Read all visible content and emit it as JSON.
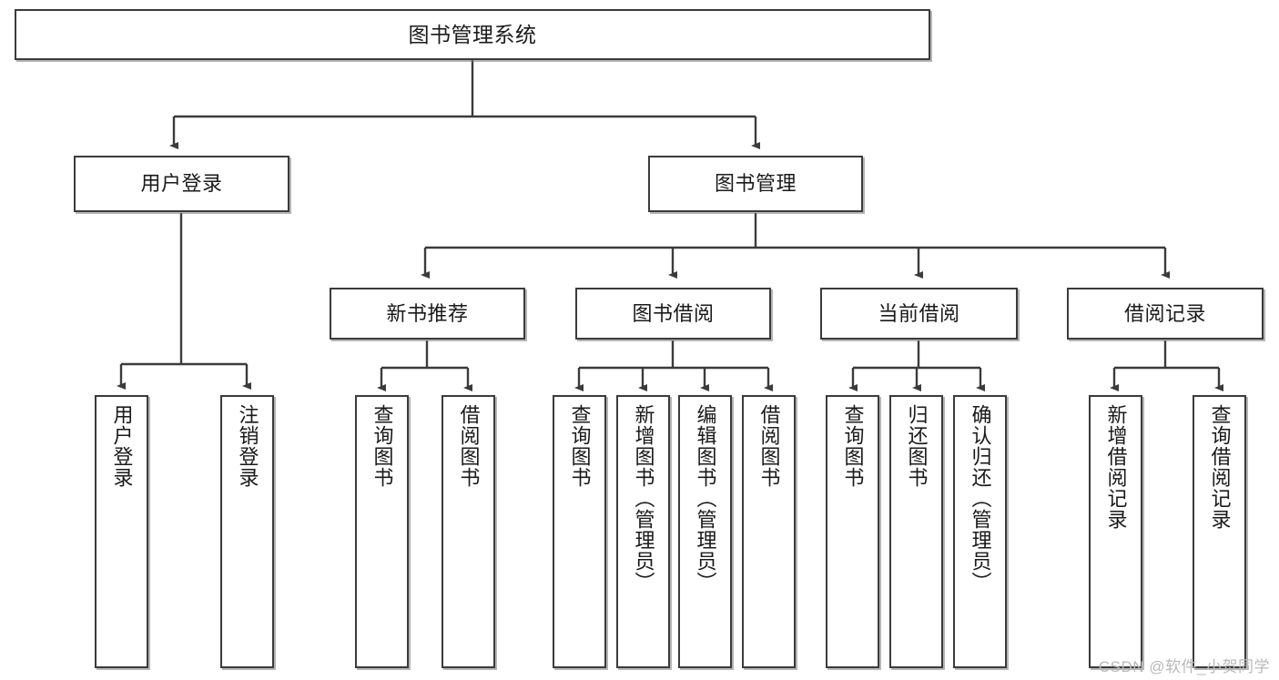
{
  "diagram": {
    "title": "图书管理系统",
    "watermark": "CSDN @软件_小贺同学",
    "line_color": "#3b3b3b",
    "box_fill": "#ffffff",
    "text_color": "#1a1a1a",
    "watermark_color": "#b9b9b9"
  },
  "nodes": {
    "root": {
      "label": "图书管理系统"
    },
    "level2": [
      {
        "label": "用户登录"
      },
      {
        "label": "图书管理"
      }
    ],
    "level3": [
      {
        "label": "新书推荐"
      },
      {
        "label": "图书借阅"
      },
      {
        "label": "当前借阅"
      },
      {
        "label": "借阅记录"
      }
    ],
    "leaves_user_login": [
      {
        "label": "用户登录"
      },
      {
        "label": "注销登录"
      }
    ],
    "leaves_new_book": [
      {
        "label": "查询图书"
      },
      {
        "label": "借阅图书"
      }
    ],
    "leaves_borrow": [
      {
        "label": "查询图书"
      },
      {
        "label": "新增图书（管理员）"
      },
      {
        "label": "编辑图书（管理员）"
      },
      {
        "label": "借阅图书"
      }
    ],
    "leaves_current": [
      {
        "label": "查询图书"
      },
      {
        "label": "归还图书"
      },
      {
        "label": "确认归还（管理员）"
      }
    ],
    "leaves_records": [
      {
        "label": "新增借阅记录"
      },
      {
        "label": "查询借阅记录"
      }
    ]
  }
}
